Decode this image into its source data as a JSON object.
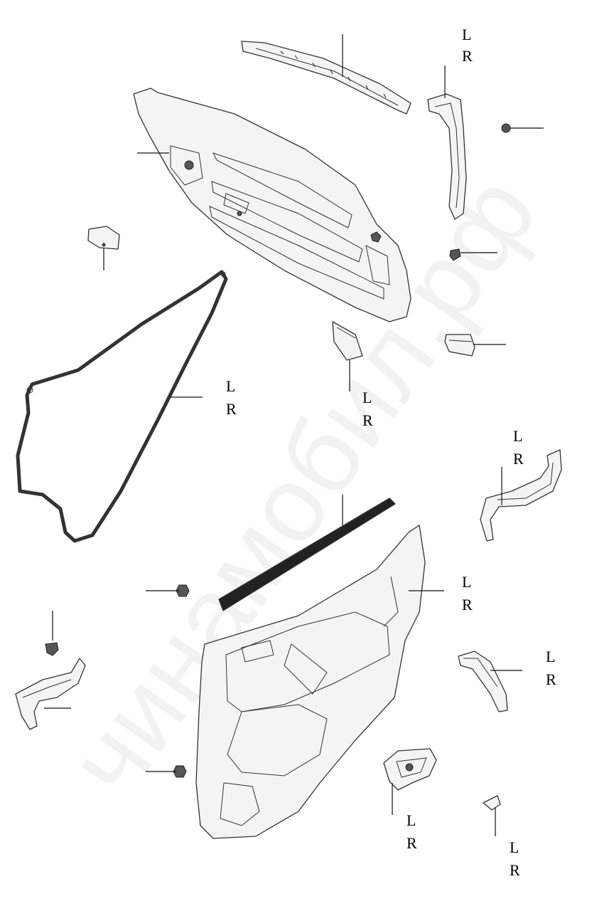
{
  "watermark": "чинамобил.рф",
  "labels": {
    "side_left": "L",
    "side_right": "R"
  }
}
